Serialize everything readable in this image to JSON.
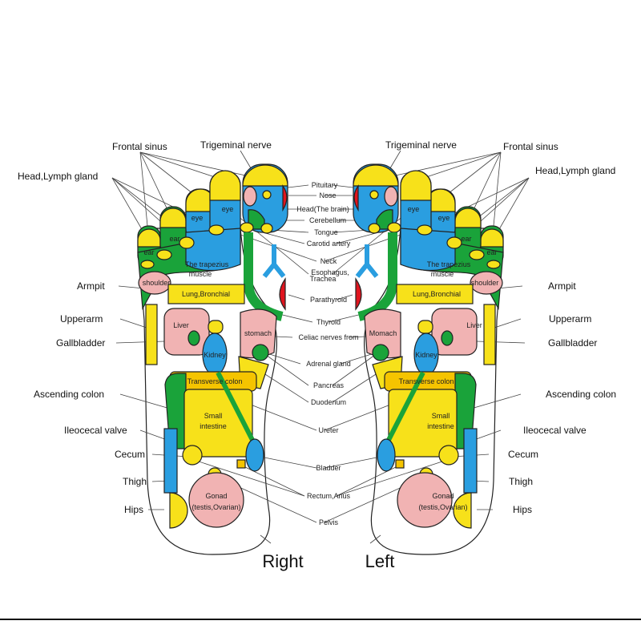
{
  "colors": {
    "yellow": "#f7e11a",
    "blue": "#2a9ee0",
    "green": "#1aa33a",
    "pink": "#f1b3b3",
    "red": "#e0141e",
    "orange": "#f5c400"
  },
  "side_labels": {
    "right": [
      "Frontal sinus",
      "Trigeminal nerve",
      "Head,Lymph gland",
      "Armpit",
      "Upperarm",
      "Gallbladder",
      "Ascending colon",
      "Ileocecal valve",
      "Cecum",
      "Thigh",
      "Hips"
    ],
    "left": [
      "Trigeminal nerve",
      "Frontal sinus",
      "Head,Lymph gland",
      "Armpit",
      "Upperarm",
      "Gallbladder",
      "Ascending colon",
      "Ileocecal valve",
      "Cecum",
      "Thigh",
      "Hips"
    ]
  },
  "center_labels": [
    "Pituitary",
    "Nose",
    "Head(The brain)",
    "Cerebellum",
    "Tongue",
    "Carotid artery",
    "Neck",
    "Esophagus,",
    "Trachea",
    "Parathyroid",
    "Thyroid",
    "Celiac nerves from",
    "Adrenal gland",
    "Pancreas",
    "Duodenum",
    "Ureter",
    "Bladder",
    "Rectum,Anus",
    "Pelvis"
  ],
  "inner_labels": {
    "right": [
      "eye",
      "eye",
      "ear",
      "ear",
      "The trapezius",
      "muscle",
      "shoulder",
      "Lung,Bronchial",
      "Liver",
      "stomach",
      "Kidney",
      "Transverse colon",
      "Small",
      "intestine",
      "Gonad",
      "(testis,Ovarian)"
    ],
    "left": [
      "eye",
      "eye",
      "ear",
      "ear",
      "The trapezius",
      "muscle",
      "shoulder",
      "Lung,Bronchial",
      "Liver",
      "Momach",
      "Kidney",
      "Transverse colon",
      "Small",
      "intestine",
      "Gonad",
      "(testis,Ovarian)"
    ]
  },
  "foot_titles": {
    "right": "Right",
    "left": "Left"
  }
}
